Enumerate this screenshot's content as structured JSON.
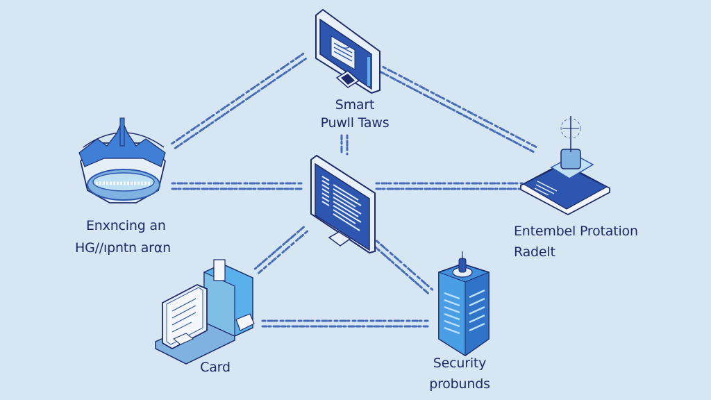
{
  "colors": {
    "background": "#d6e6f2",
    "ink": "#1c2a6b",
    "primary": "#2c56b0",
    "light": "#7fb2e0",
    "pale": "#bfe0f2",
    "white": "#f4f8fc"
  },
  "nodes": [
    {
      "id": "smart-pull-taws",
      "icon": "monitor-icon",
      "lines": [
        "Smart",
        "Puwll Taws"
      ]
    },
    {
      "id": "enxncing",
      "icon": "router-dome-icon",
      "lines": [
        "Enxncing an",
        "HG//ıpntn arαn"
      ]
    },
    {
      "id": "central",
      "icon": "monitor-icon",
      "lines": []
    },
    {
      "id": "entembel-protation",
      "icon": "antenna-tablet-icon",
      "lines": [
        "Entembel Protation",
        "Radelt"
      ]
    },
    {
      "id": "card",
      "icon": "card-terminal-icon",
      "lines": [
        "Card"
      ]
    },
    {
      "id": "security-probunds",
      "icon": "server-tower-icon",
      "lines": [
        "Security",
        "probunds"
      ]
    }
  ],
  "connections": [
    {
      "from": "enxncing",
      "to": "smart-pull-taws"
    },
    {
      "from": "smart-pull-taws",
      "to": "entembel-protation"
    },
    {
      "from": "enxncing",
      "to": "central"
    },
    {
      "from": "central",
      "to": "entembel-protation"
    },
    {
      "from": "smart-pull-taws",
      "to": "central"
    },
    {
      "from": "central",
      "to": "card"
    },
    {
      "from": "central",
      "to": "security-probunds"
    },
    {
      "from": "card",
      "to": "security-probunds"
    }
  ]
}
